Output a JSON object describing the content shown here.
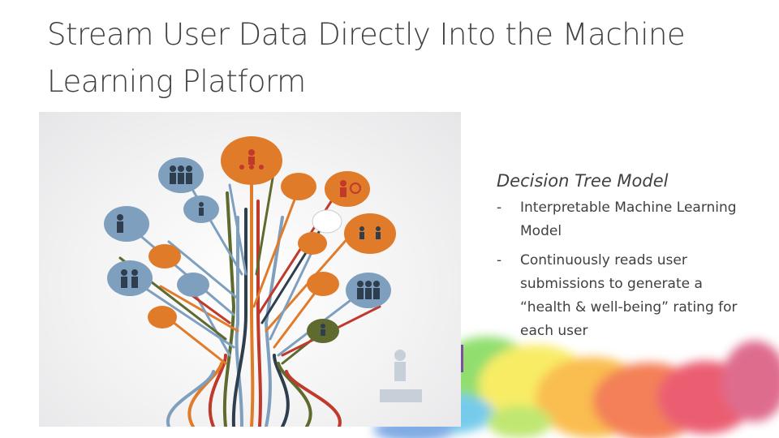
{
  "slide": {
    "title": "Stream User Data Directly Into the Machine Learning Platform",
    "subheading": "Decision Tree Model",
    "bullets": [
      {
        "marker": "-",
        "text": "Interpretable Machine Learning Model"
      },
      {
        "marker": "-",
        "text": "Continuously reads user submissions to generate a “health & well-being” rating for each user"
      }
    ]
  },
  "illustration": {
    "subject": "business-people-tree-infographic",
    "colors": {
      "orange": "#e07b2a",
      "blue": "#7f9fbf",
      "red": "#c0392b",
      "navy": "#2f3e4e",
      "olive": "#5e6a2e"
    }
  },
  "decoration": {
    "subject": "watercolor-rainbow-splash"
  }
}
